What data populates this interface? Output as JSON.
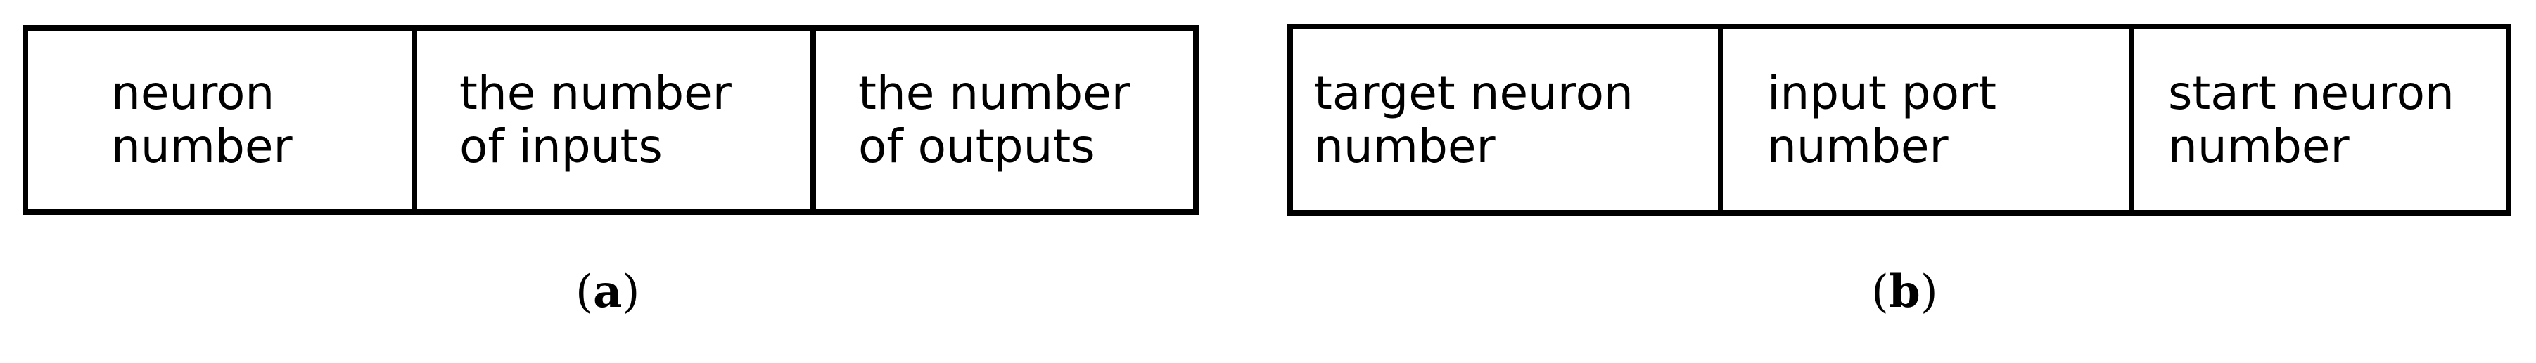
{
  "table_a": {
    "cells": [
      {
        "lines": [
          "neuron",
          "number"
        ]
      },
      {
        "lines": [
          "the number",
          "of inputs"
        ]
      },
      {
        "lines": [
          "the number",
          "of outputs"
        ]
      }
    ],
    "caption": {
      "open": "(",
      "letter": "a",
      "close": ")"
    }
  },
  "table_b": {
    "cells": [
      {
        "lines": [
          "target neuron",
          "number"
        ]
      },
      {
        "lines": [
          "input port",
          "number"
        ]
      },
      {
        "lines": [
          "start neuron",
          "number"
        ]
      }
    ],
    "caption": {
      "open": "(",
      "letter": "b",
      "close": ")"
    }
  }
}
